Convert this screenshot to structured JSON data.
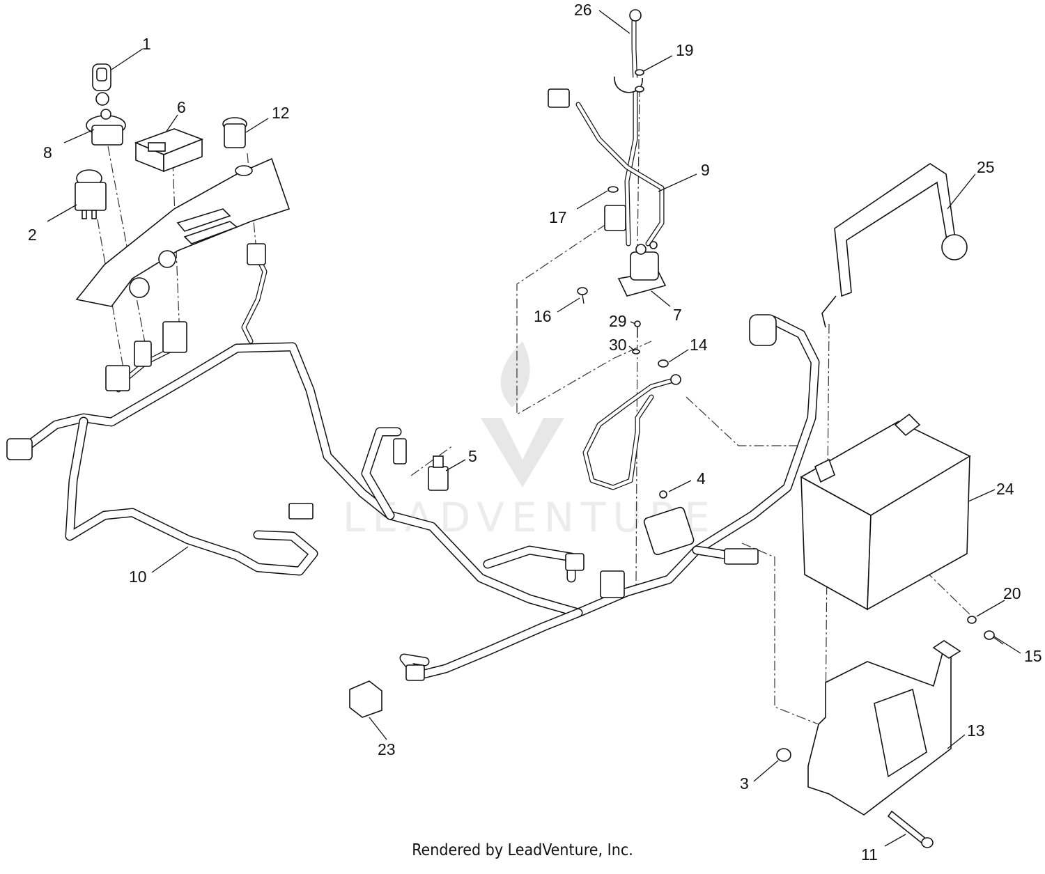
{
  "diagram": {
    "footer": "Rendered by LeadVenture, Inc.",
    "watermark": "LEADVENTURE",
    "callouts": {
      "c1": "1",
      "c2": "2",
      "c3": "3",
      "c4": "4",
      "c5": "5",
      "c6": "6",
      "c7": "7",
      "c8": "8",
      "c9": "9",
      "c10": "10",
      "c11": "11",
      "c12": "12",
      "c13": "13",
      "c14": "14",
      "c15": "15",
      "c16": "16",
      "c17": "17",
      "c19": "19",
      "c20": "20",
      "c23": "23",
      "c24": "24",
      "c25": "25",
      "c26": "26",
      "c29": "29",
      "c30": "30"
    }
  }
}
